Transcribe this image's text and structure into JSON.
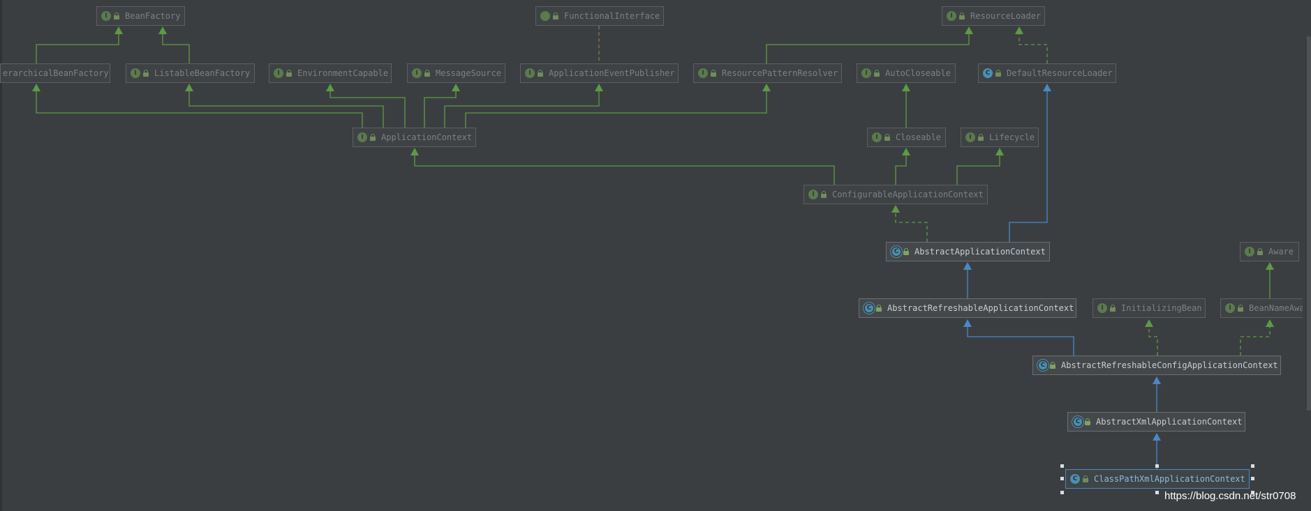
{
  "nodes": [
    {
      "id": "n-beanfactory",
      "label": "BeanFactory",
      "kind": "interface"
    },
    {
      "id": "n-functionalinterface",
      "label": "FunctionalInterface",
      "kind": "annotation"
    },
    {
      "id": "n-resourceloader",
      "label": "ResourceLoader",
      "kind": "interface"
    },
    {
      "id": "n-hierarchicalbeanfactory",
      "label": "erarchicalBeanFactory",
      "kind": "interface"
    },
    {
      "id": "n-listablebeanfactory",
      "label": "ListableBeanFactory",
      "kind": "interface"
    },
    {
      "id": "n-environmentcapable",
      "label": "EnvironmentCapable",
      "kind": "interface"
    },
    {
      "id": "n-messagesource",
      "label": "MessageSource",
      "kind": "interface"
    },
    {
      "id": "n-applicationeventpublisher",
      "label": "ApplicationEventPublisher",
      "kind": "interface"
    },
    {
      "id": "n-resourcepatternresolver",
      "label": "ResourcePatternResolver",
      "kind": "interface"
    },
    {
      "id": "n-autocloseable",
      "label": "AutoCloseable",
      "kind": "interface"
    },
    {
      "id": "n-defaultresourceloader",
      "label": "DefaultResourceLoader",
      "kind": "class"
    },
    {
      "id": "n-applicationcontext",
      "label": "ApplicationContext",
      "kind": "interface"
    },
    {
      "id": "n-closeable",
      "label": "Closeable",
      "kind": "interface"
    },
    {
      "id": "n-lifecycle",
      "label": "Lifecycle",
      "kind": "interface"
    },
    {
      "id": "n-configurableapplicationcontext",
      "label": "ConfigurableApplicationContext",
      "kind": "interface"
    },
    {
      "id": "n-abstractapplicationcontext",
      "label": "AbstractApplicationContext",
      "kind": "abstract"
    },
    {
      "id": "n-aware",
      "label": "Aware",
      "kind": "interface"
    },
    {
      "id": "n-abstractrefreshableapplicationcontext",
      "label": "AbstractRefreshableApplicationContext",
      "kind": "abstract"
    },
    {
      "id": "n-initializingbean",
      "label": "InitializingBean",
      "kind": "interface"
    },
    {
      "id": "n-beannameaware",
      "label": "BeanNameAwa",
      "kind": "interface"
    },
    {
      "id": "n-abstractrefreshableconfigapplicationcontext",
      "label": "AbstractRefreshableConfigApplicationContext",
      "kind": "abstract"
    },
    {
      "id": "n-abstractxmlapplicationcontext",
      "label": "AbstractXmlApplicationContext",
      "kind": "abstract"
    },
    {
      "id": "n-classpathxmlapplicationcontext",
      "label": "ClassPathXmlApplicationContext",
      "kind": "class"
    }
  ],
  "watermark": "https://blog.csdn.net/str0708",
  "colors": {
    "background": "#3b3e41",
    "extends_interface": "#5e9a45",
    "extends_class": "#4a88c7",
    "implements": "#5e9a45",
    "annotation_link": "#8a7a3c"
  }
}
